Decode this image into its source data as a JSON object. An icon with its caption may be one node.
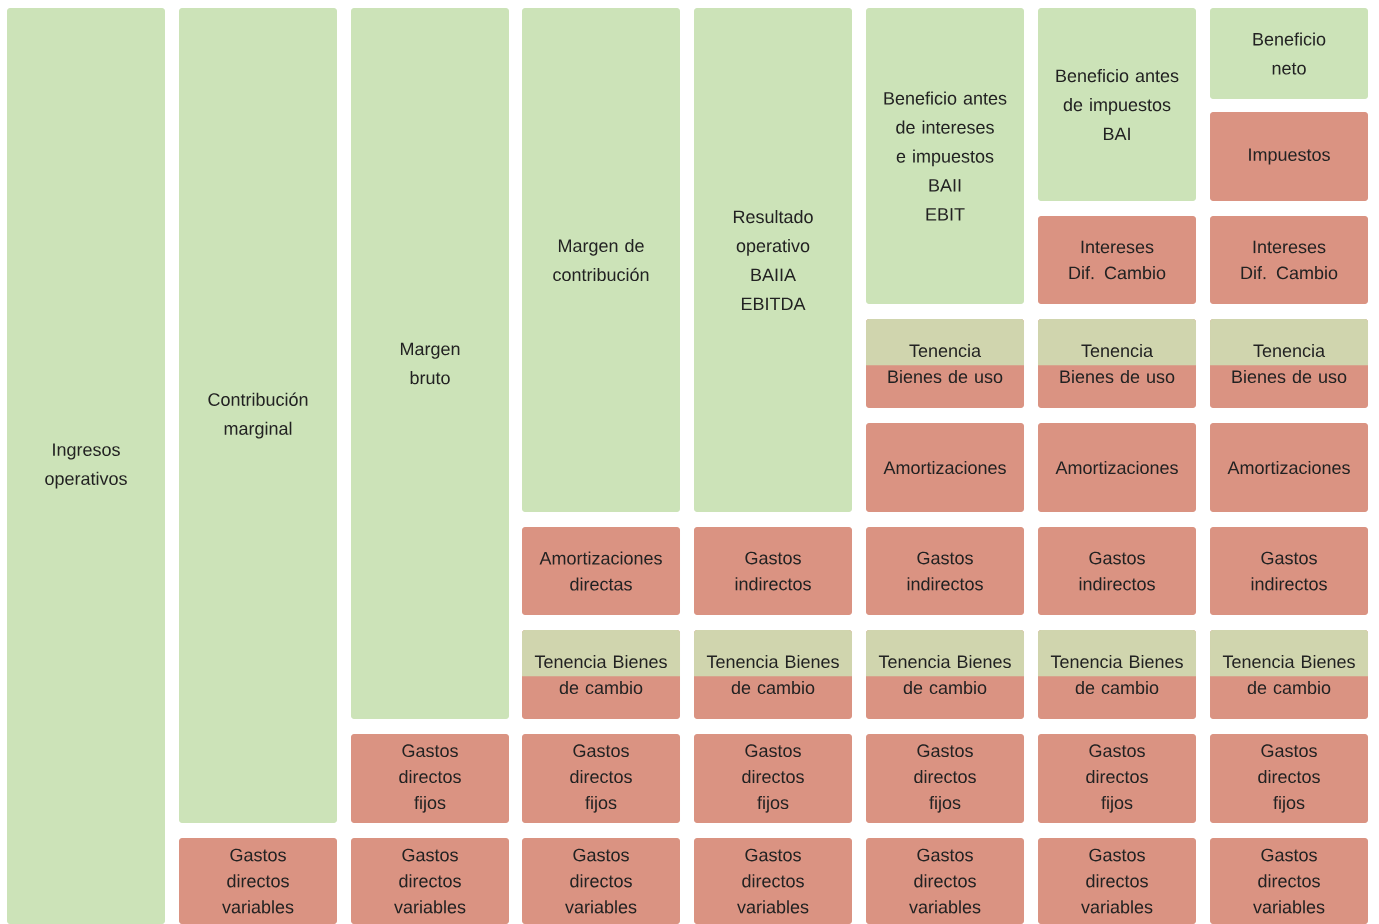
{
  "diagram": {
    "nodes": [
      {
        "text": [
          "Ingresos operativos"
        ]
      },
      {
        "text": [
          "Contribución marginal"
        ]
      },
      {
        "text": [
          "Gastos directos variables"
        ]
      },
      {
        "text": [
          "Margen bruto"
        ]
      },
      {
        "text": [
          "Gastos directos fijos"
        ]
      },
      {
        "text": [
          "Gastos directos variables"
        ]
      },
      {
        "text": [
          "Margen de contribución"
        ]
      },
      {
        "text": [
          "Amortizaciones directas"
        ]
      },
      {
        "text": [
          "Tenencia Bienes de cambio"
        ]
      },
      {
        "text": [
          "Gastos directos fijos"
        ]
      },
      {
        "text": [
          "Gastos directos variables"
        ]
      },
      {
        "text": [
          "Resultado operativo",
          "BAIIA",
          "EBITDA"
        ]
      },
      {
        "text": [
          "Gastos indirectos"
        ]
      },
      {
        "text": [
          "Tenencia Bienes de cambio"
        ]
      },
      {
        "text": [
          "Gastos directos fijos"
        ]
      },
      {
        "text": [
          "Gastos directos variables"
        ]
      },
      {
        "text": [
          "Beneficio antes de intereses e impuestos",
          "BAII",
          "EBIT"
        ]
      },
      {
        "text": [
          "Tenencia Bienes de uso"
        ]
      },
      {
        "text": [
          "Amortizaciones"
        ]
      },
      {
        "text": [
          "Gastos indirectos"
        ]
      },
      {
        "text": [
          "Tenencia Bienes de cambio"
        ]
      },
      {
        "text": [
          "Gastos directos fijos"
        ]
      },
      {
        "text": [
          "Gastos directos variables"
        ]
      },
      {
        "text": [
          "Beneficio antes de impuestos",
          "BAI"
        ]
      },
      {
        "text": [
          "Intereses",
          "Dif. Cambio"
        ]
      },
      {
        "text": [
          "Tenencia Bienes de uso"
        ]
      },
      {
        "text": [
          "Amortizaciones"
        ]
      },
      {
        "text": [
          "Gastos indirectos"
        ]
      },
      {
        "text": [
          "Tenencia Bienes de cambio"
        ]
      },
      {
        "text": [
          "Gastos directos fijos"
        ]
      },
      {
        "text": [
          "Gastos directos variables"
        ]
      },
      {
        "text": [
          "Beneficio neto"
        ]
      },
      {
        "text": [
          "Impuestos"
        ]
      },
      {
        "text": [
          "Intereses",
          "Dif. Cambio"
        ]
      },
      {
        "text": [
          "Tenencia Bienes de uso"
        ]
      },
      {
        "text": [
          "Amortizaciones"
        ]
      },
      {
        "text": [
          "Gastos indirectos"
        ]
      },
      {
        "text": [
          "Tenencia Bienes de cambio"
        ]
      },
      {
        "text": [
          "Gastos directos fijos"
        ]
      },
      {
        "text": [
          "Gastos directos variables"
        ]
      }
    ]
  }
}
